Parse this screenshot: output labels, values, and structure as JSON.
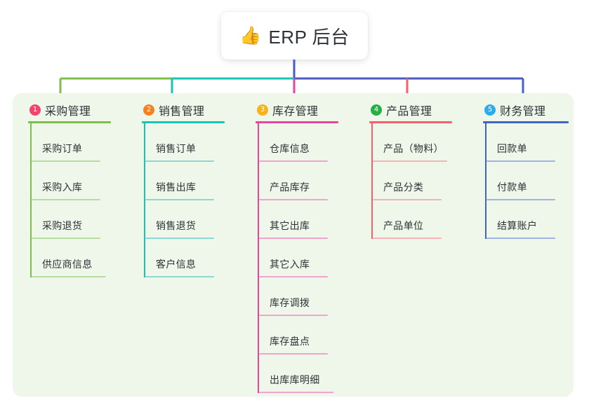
{
  "root": {
    "icon": "thumbs-up-icon",
    "icon_glyph": "👍",
    "title": "ERP 后台"
  },
  "colors": {
    "panel_background": "#eef7ea",
    "page_background": "#ffffff",
    "text": "#2f3338",
    "root_connector": "#4a5bc4"
  },
  "branches": [
    {
      "number": "1",
      "title": "采购管理",
      "badge_color": "#f4436c",
      "line_color": "#7cc04a",
      "leaf_line_color": "#b9dda0",
      "items": [
        "采购订单",
        "采购入库",
        "采购退货",
        "供应商信息"
      ]
    },
    {
      "number": "2",
      "title": "销售管理",
      "badge_color": "#f5821f",
      "line_color": "#18c5b5",
      "leaf_line_color": "#8ed8d3",
      "items": [
        "销售订单",
        "销售出库",
        "销售退货",
        "客户信息"
      ]
    },
    {
      "number": "3",
      "title": "库存管理",
      "badge_color": "#f8b319",
      "line_color": "#e8469c",
      "leaf_line_color": "#f0a3cd",
      "items": [
        "仓库信息",
        "产品库存",
        "其它出库",
        "其它入库",
        "库存调拨",
        "库存盘点",
        "出库库明细"
      ]
    },
    {
      "number": "4",
      "title": "产品管理",
      "badge_color": "#27ae45",
      "line_color": "#f4606c",
      "leaf_line_color": "#f6b3b6",
      "items": [
        "产品（物料）",
        "产品分类",
        "产品单位"
      ]
    },
    {
      "number": "5",
      "title": "财务管理",
      "badge_color": "#2badea",
      "line_color": "#4264c8",
      "leaf_line_color": "#a0b3e2",
      "items": [
        "回款单",
        "付款单",
        "结算账户"
      ]
    }
  ]
}
